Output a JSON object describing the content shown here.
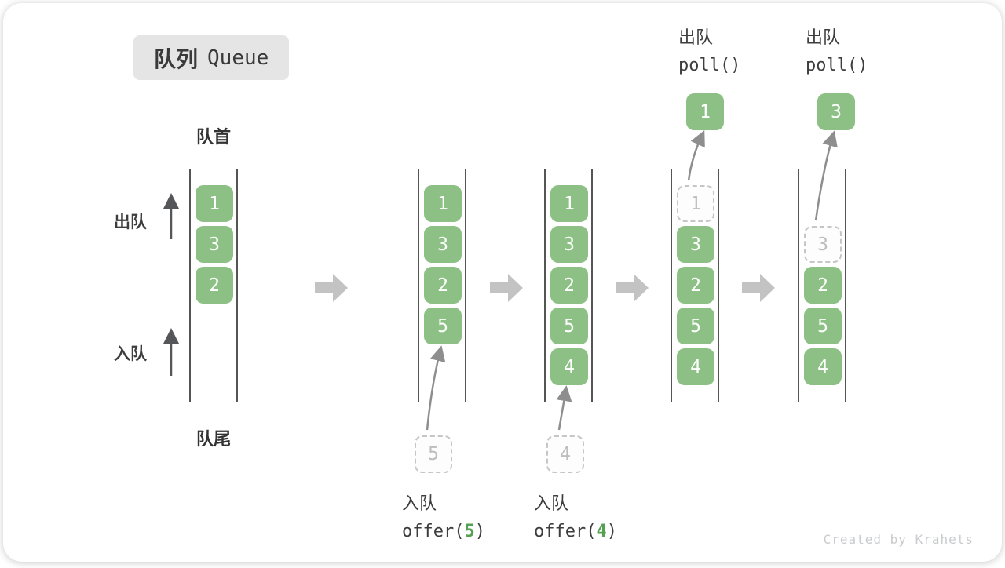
{
  "badge": {
    "zh": "队列",
    "en": "Queue"
  },
  "side_labels": {
    "head": "队首",
    "tail": "队尾",
    "dequeue": "出队",
    "enqueue": "入队"
  },
  "queues": [
    {
      "name": "state-1",
      "slots": [
        {
          "row": 1,
          "value": "1",
          "style": "solid"
        },
        {
          "row": 2,
          "value": "3",
          "style": "solid"
        },
        {
          "row": 3,
          "value": "2",
          "style": "solid"
        }
      ]
    },
    {
      "name": "state-2-after-offer-5",
      "slots": [
        {
          "row": 1,
          "value": "1",
          "style": "solid"
        },
        {
          "row": 2,
          "value": "3",
          "style": "solid"
        },
        {
          "row": 3,
          "value": "2",
          "style": "solid"
        },
        {
          "row": 4,
          "value": "5",
          "style": "solid"
        }
      ]
    },
    {
      "name": "state-3-after-offer-4",
      "slots": [
        {
          "row": 1,
          "value": "1",
          "style": "solid"
        },
        {
          "row": 2,
          "value": "3",
          "style": "solid"
        },
        {
          "row": 3,
          "value": "2",
          "style": "solid"
        },
        {
          "row": 4,
          "value": "5",
          "style": "solid"
        },
        {
          "row": 5,
          "value": "4",
          "style": "solid"
        }
      ]
    },
    {
      "name": "state-4-after-poll-1",
      "slots": [
        {
          "row": 1,
          "value": "1",
          "style": "dashed"
        },
        {
          "row": 2,
          "value": "3",
          "style": "solid"
        },
        {
          "row": 3,
          "value": "2",
          "style": "solid"
        },
        {
          "row": 4,
          "value": "5",
          "style": "solid"
        },
        {
          "row": 5,
          "value": "4",
          "style": "solid"
        }
      ]
    },
    {
      "name": "state-5-after-poll-3",
      "slots": [
        {
          "row": 2,
          "value": "3",
          "style": "dashed"
        },
        {
          "row": 3,
          "value": "2",
          "style": "solid"
        },
        {
          "row": 4,
          "value": "5",
          "style": "solid"
        },
        {
          "row": 5,
          "value": "4",
          "style": "solid"
        }
      ]
    }
  ],
  "dequeue_ops": [
    {
      "label": "出队",
      "code": "poll()",
      "value": "1"
    },
    {
      "label": "出队",
      "code": "poll()",
      "value": "3"
    }
  ],
  "enqueue_ops": [
    {
      "label": "入队",
      "code_prefix": "offer(",
      "arg": "5",
      "code_suffix": ")",
      "box_value": "5"
    },
    {
      "label": "入队",
      "code_prefix": "offer(",
      "arg": "4",
      "code_suffix": ")",
      "box_value": "4"
    }
  ],
  "watermark": "Created by Krahets",
  "colors": {
    "element_green": "#8cc084",
    "arg_green": "#55a152",
    "channel_line": "#555555",
    "block_arrow": "#c3c3c3",
    "curve_arrow": "#8e8e8e",
    "dashed_border": "#c6c6c6",
    "dashed_text": "#bdbdbd",
    "badge_bg": "#e5e5e5",
    "text_dark": "#3d3d3d",
    "watermark_gray": "#c9cbcd"
  }
}
